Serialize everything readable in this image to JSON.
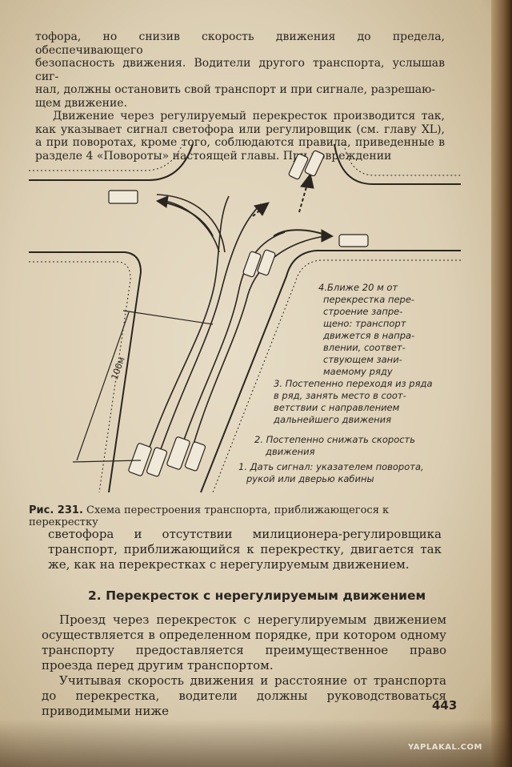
{
  "block1": {
    "lines": [
      "тофора, но снизив скорость движения до предела, обеспечивающего",
      "безопасность движения. Водители другого транспорта, услышав сиг-",
      "нал, должны остановить свой транспорт и при сигнале, разрешаю-",
      "щем движение."
    ],
    "para2": "Движение через регулируемый перекресток производится так, как указывает сигнал светофора или регулировщик (см. главу XL), а при поворотах, кроме того, соблюдаются правила, приведенные в разделе 4 «Повороты» настоящей главы. При повреждении"
  },
  "figure": {
    "distance_label": "100м",
    "notes": {
      "note4": [
        "4.Ближе 20 м от",
        "перекрестка пере-",
        "строение запре-",
        "щено: транспорт",
        "движется в напра-",
        "влении, соответ-",
        "ствующем зани-",
        "маемому ряду"
      ],
      "note3": [
        "3. Постепенно переходя из ряда",
        "в ряд, занять место в соот-",
        "ветствии с направлением",
        "дальнейшего движения"
      ],
      "note2": [
        "2. Постепенно снижать скорость",
        "движения"
      ],
      "note1": [
        "1. Дать сигнал: указателем поворота,",
        "рукой или дверью кабины"
      ]
    }
  },
  "caption": {
    "label": "Рис. 231.",
    "text": "Схема перестроения транспорта, приближающегося к перекрестку"
  },
  "block2": "светофора и отсутствии милиционера-регулировщика транспорт, приближающийся к перекрестку, двигается так же, как на перекрестках с нерегулируемым движением.",
  "section_title": "2. Перекресток с нерегулируемым движением",
  "block3": {
    "para1": "Проезд через перекресток с нерегулируемым движением осуществляется в определенном порядке, при котором одному транспорту предоставляется преимущественное право проезда перед другим транспортом.",
    "para2": "Учитывая скорость движения и расстояние от транспорта до перекрестка, водители должны руководствоваться приводимыми ниже"
  },
  "page_number": "443",
  "watermark": "YAPLAKAL.COM"
}
